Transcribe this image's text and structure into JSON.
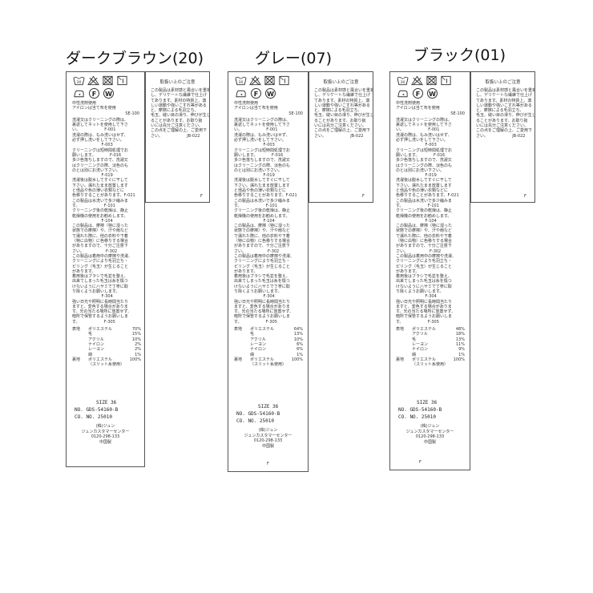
{
  "headings": [
    "ダークブラウン(20)",
    "グレー(07)",
    "ブラック(01)"
  ],
  "labels": [
    {
      "side": {
        "title": "取扱い上のご注意",
        "body": "この製品は素材感と風合いを重視\nし、デリケートな繊維で仕上げ\nてあります。素材の特質上、激\nしい運動や強いこすれ等がある\nと、摩擦による毛羽立ち、\n毛玉、縫い目の滑り、伸びが生じ\nることがあります。お取り扱\nいには充分ご注意ください。\nこの点をご理解の上、ご愛用下\nさい。                   JB-022",
        "mark": "F"
      },
      "main": {
        "sub1": "中性洗剤使用\nアイロンは当て布を使用",
        "code1": "SE-100",
        "body": "洗濯又はクリーニングの際は、\n裏返してネットを使用して下さ\nい。                   F-001\n洗濯の際は、もみ洗いはせず、\n必ず押し洗いをして下さい。\n                       F-003\nクリーニングは短時間処理でお\n願いします。           F-016\n多少色落ちしますので、洗濯又\nはクリーニングの際、淡色のも\nのとは別にお洗い下さい。\n                       F-019\n洗濯後は脱水してすぐに干して\n下さい。濡れたまま放置します\nと他品や色の薄い衣類などに\n色移りすることがあります。F-021\nこの製品は水洗いで多少縮みま\nす。                   F-101\nクリーニング後の乾燥は、静止\n乾燥機の使用をお勧めします。\n                       F-104\nこの製品は、摩擦（特に湿った\n状態での摩擦）や、汗や雨など\nで濡れた際に、他の衣料や下着\n（特に白物）に色移りする場合\nがありますので、十分ご注意下\nさい。                 F-302\nこの製品は着用中の摩擦や洗濯、\nクリーニングにより毛羽立ち・\nピリング（毛玉）が生じること\nがあります。\n着用後はブラシで毛並を整え、\n出来てしまった毛玉は糸を傷つ\nけないようにハサミで丁寧に取\nり除くようお願いします。\n                       F-304\n強い日光や照明に長時間当たり\nますと、変色する場合がありま\nす。光の当たる場所に放置せず、\n暗所で保管するようお願いしま\nす。                   F-305",
        "fibres": [
          {
            "part": "表地",
            "name": "ポリエステル",
            "pct": "70%"
          },
          {
            "part": "",
            "name": "毛",
            "pct": "15%"
          },
          {
            "part": "",
            "name": "アクリル",
            "pct": "10%"
          },
          {
            "part": "",
            "name": "ナイロン",
            "pct": "2%"
          },
          {
            "part": "",
            "name": "レーヨン",
            "pct": "2%"
          },
          {
            "part": "",
            "name": "綿",
            "pct": "1%"
          },
          {
            "part": "裏地",
            "name": "ポリエステル",
            "pct": "100%"
          },
          {
            "part": "",
            "name": "（スリット糸使用）",
            "pct": ""
          }
        ],
        "size": "SIZE 36",
        "no": "NO. GDS-54160-B",
        "co": "CO. NO. 25010",
        "maker": "(株)ジュン\nジュンカスタマーセンター\n0120-298-133\n中国製",
        "mark": ""
      }
    },
    {
      "side": {
        "title": "取扱い上のご注意",
        "body": "この製品は素材感と風合いを重視\nし、デリケートな繊維で仕上げ\nてあります。素材の特質上、激\nしい運動や強いこすれ等がある\nと、摩擦による毛羽立ち、\n毛玉、縫い目の滑り、伸びが生じ\nることがあります。お取り扱\nいには充分ご注意ください。\nこの点をご理解の上、ご愛用下\nさい。                   JB-022",
        "mark": "F"
      },
      "main": {
        "sub1": "中性洗剤使用\nアイロンは当て布を使用",
        "code1": "SE-100",
        "body": "洗濯又はクリーニングの際は、\n裏返してネットを使用して下さ\nい。                   F-001\n洗濯の際は、もみ洗いはせず、\n必ず押し洗いをして下さい。\n                       F-003\nクリーニングは短時間処理でお\n願いします。           F-016\n多少色落ちしますので、洗濯又\nはクリーニングの際、淡色のも\nのとは別にお洗い下さい。\n                       F-019\n洗濯後は脱水してすぐに干して\n下さい。濡れたまま放置します\nと他品や色の薄い衣類などに\n色移りすることがあります。F-021\nこの製品は水洗いで多少縮みま\nす。                   F-101\nクリーニング後の乾燥は、静止\n乾燥機の使用をお勧めします。\n                       F-104\nこの製品は、摩擦（特に湿った\n状態での摩擦）や、汗や雨など\nで濡れた際に、他の衣料や下着\n（特に白物）に色移りする場合\nがありますので、十分ご注意下\nさい。                 F-302\nこの製品は着用中の摩擦や洗濯、\nクリーニングにより毛羽立ち・\nピリング（毛玉）が生じること\nがあります。\n着用後はブラシで毛並を整え、\n出来てしまった毛玉は糸を傷つ\nけないようにハサミで丁寧に取\nり除くようお願いします。\n                       F-304\n強い日光や照明に長時間当たり\nますと、変色する場合がありま\nす。光の当たる場所に放置せず、\n暗所で保管するようお願いしま\nす。                   F-305",
        "fibres": [
          {
            "part": "表地",
            "name": "ポリエステル",
            "pct": "64%"
          },
          {
            "part": "",
            "name": "毛",
            "pct": "13%"
          },
          {
            "part": "",
            "name": "アクリル",
            "pct": "10%"
          },
          {
            "part": "",
            "name": "レーヨン",
            "pct": "6%"
          },
          {
            "part": "",
            "name": "ナイロン",
            "pct": "6%"
          },
          {
            "part": "",
            "name": "綿",
            "pct": "1%"
          },
          {
            "part": "裏地",
            "name": "ポリエステル",
            "pct": "100%"
          },
          {
            "part": "",
            "name": "（スリット糸使用）",
            "pct": ""
          }
        ],
        "size": "SIZE 36",
        "no": "NO. GDS-54160-B",
        "co": "CO. NO. 25010",
        "maker": "(株)ジュン\nジュンカスタマーセンター\n0120-298-133\n中国製",
        "mark": "F"
      }
    },
    {
      "side": {
        "title": "取扱い上のご注意",
        "body": "この製品は素材感と風合いを重視\nし、デリケートな繊維で仕上げ\nてあります。素材の特質上、激\nしい運動や強いこすれ等がある\nと、摩擦による毛羽立ち、\n毛玉、縫い目の滑り、伸びが生じ\nることがあります。お取り扱\nいには充分ご注意ください。\nこの点をご理解の上、ご愛用下\nさい。                   JB-022",
        "mark": "F"
      },
      "main": {
        "sub1": "中性洗剤使用\nアイロンは当て布を使用",
        "code1": "SE-100",
        "body": "洗濯又はクリーニングの際は、\n裏返してネットを使用して下さ\nい。                   F-001\n洗濯の際は、もみ洗いはせず、\n必ず押し洗いをして下さい。\n                       F-003\nクリーニングは短時間処理でお\n願いします。           F-016\n多少色落ちしますので、洗濯又\nはクリーニングの際、淡色のも\nのとは別にお洗い下さい。\n                       F-019\n洗濯後は脱水してすぐに干して\n下さい。濡れたまま放置します\nと他品や色の薄い衣類などに\n色移りすることがあります。F-021\nこの製品は水洗いで多少縮みま\nす。                   F-101\nクリーニング後の乾燥は、静止\n乾燥機の使用をお勧めします。\n                       F-104\nこの製品は、摩擦（特に湿った\n状態での摩擦）や、汗や雨など\nで濡れた際に、他の衣料や下着\n（特に白物）に色移りする場合\nがありますので、十分ご注意下\nさい。                 F-302\nこの製品は着用中の摩擦や洗濯、\nクリーニングにより毛羽立ち・\nピリング（毛玉）が生じること\nがあります。\n着用後はブラシで毛並を整え、\n出来てしまった毛玉は糸を傷つ\nけないようにハサミで丁寧に取\nり除くようお願いします。\n                       F-304\n強い日光や照明に長時間当たり\nますと、変色する場合がありま\nす。光の当たる場所に放置せず、\n暗所で保管するようお願いしま\nす。                   F-305",
        "fibres": [
          {
            "part": "表地",
            "name": "ポリエステル",
            "pct": "48%"
          },
          {
            "part": "",
            "name": "アクリル",
            "pct": "18%"
          },
          {
            "part": "",
            "name": "毛",
            "pct": "13%"
          },
          {
            "part": "",
            "name": "レーヨン",
            "pct": "11%"
          },
          {
            "part": "",
            "name": "ナイロン",
            "pct": "9%"
          },
          {
            "part": "",
            "name": "綿",
            "pct": "1%"
          },
          {
            "part": "裏地",
            "name": "ポリエステル",
            "pct": "100%"
          },
          {
            "part": "",
            "name": "（スリット糸使用）",
            "pct": ""
          }
        ],
        "size": "SIZE 36",
        "no": "NO. GDS-54160-B",
        "co": "CO. NO. 25010",
        "maker": "(株)ジュン\nジュンカスタマーセンター\n0120-298-133\n中国製",
        "mark": "F"
      }
    }
  ],
  "care_icons": [
    "wash-tub-icon",
    "no-bleach-icon",
    "tumble-dry-prohibited-icon",
    "line-dry-shade-icon",
    "iron-icon",
    "dry-clean-f-icon",
    "wet-clean-w-icon"
  ],
  "care_letters": [
    "F",
    "W"
  ]
}
